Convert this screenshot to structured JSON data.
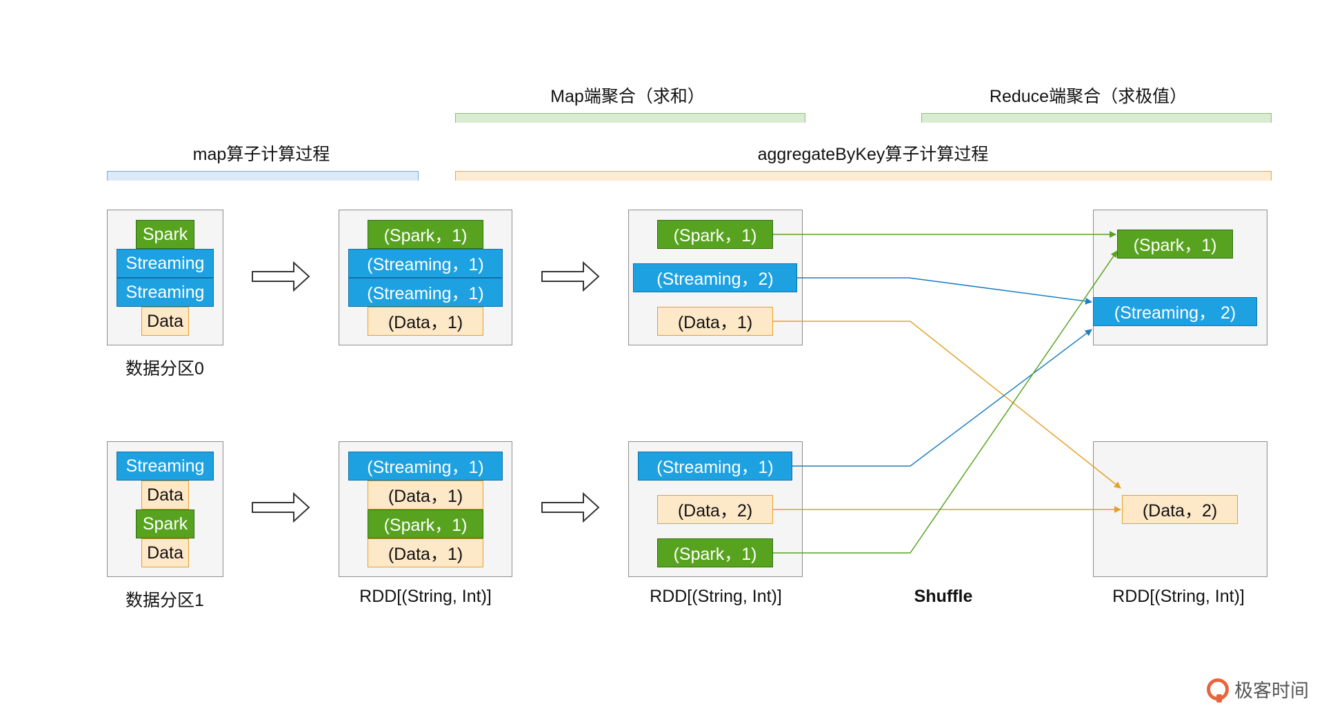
{
  "headers": {
    "map_process": "map算子计算过程",
    "map_side_agg": "Map端聚合（求和）",
    "reduce_side_agg": "Reduce端聚合（求极值）",
    "aggregate_process": "aggregateByKey算子计算过程"
  },
  "partitions": {
    "p0": {
      "items": [
        "Spark",
        "Streaming",
        "Streaming",
        "Data"
      ],
      "label": "数据分区0"
    },
    "p1": {
      "items": [
        "Streaming",
        "Data",
        "Spark",
        "Data"
      ],
      "label": "数据分区1"
    }
  },
  "mapped": {
    "p0": [
      "(Spark，1)",
      "(Streaming，1)",
      "(Streaming，1)",
      "(Data，1)"
    ],
    "p1": [
      "(Streaming，1)",
      "(Data，1)",
      "(Spark，1)",
      "(Data，1)"
    ],
    "label": "RDD[(String, Int)]"
  },
  "map_aggregated": {
    "p0": [
      "(Spark，1)",
      "(Streaming，2)",
      "(Data，1)"
    ],
    "p1": [
      "(Streaming，1)",
      "(Data，2)",
      "(Spark，1)"
    ],
    "label": "RDD[(String, Int)]"
  },
  "shuffle_label": "Shuffle",
  "reduced": {
    "p0": [
      "(Spark，1)",
      "(Streaming， 2)"
    ],
    "p1": [
      "(Data，2)"
    ],
    "label": "RDD[(String, Int)]"
  },
  "colors": {
    "spark": "#57a31f",
    "streaming": "#1ea1e1",
    "data": "#fde8c8",
    "data_line": "#e4a126"
  },
  "logo": {
    "text": "极客时间"
  }
}
